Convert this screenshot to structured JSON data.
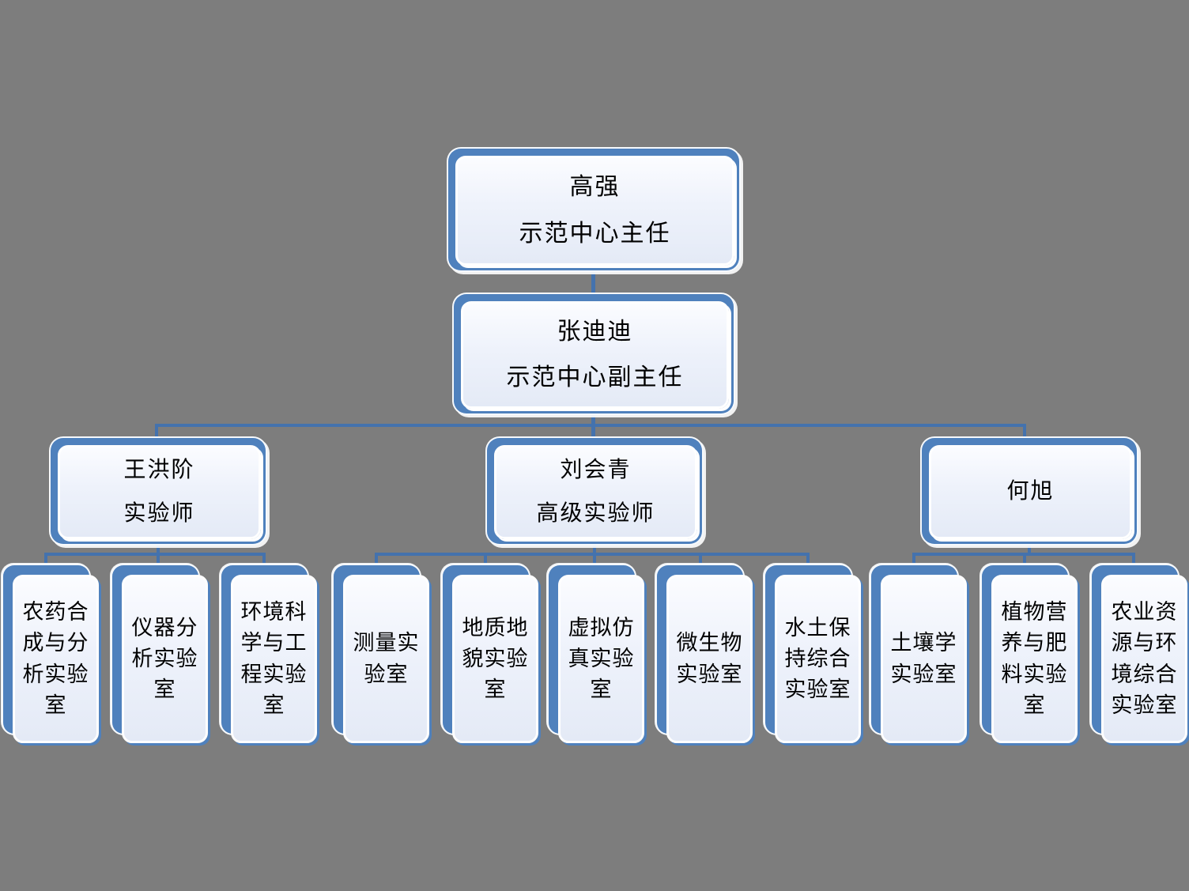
{
  "org_chart": {
    "director": {
      "name": "高强",
      "title": "示范中心主任"
    },
    "deputy_director": {
      "name": "张迪迪",
      "title": "示范中心副主任"
    },
    "managers": [
      {
        "name": "王洪阶",
        "title": "实验师"
      },
      {
        "name": "刘会青",
        "title": "高级实验师"
      },
      {
        "name": "何旭",
        "title": ""
      }
    ],
    "labs": {
      "group1": [
        "农药合成与分析实验室",
        "仪器分析实验室",
        "环境科学与工程实验室"
      ],
      "group2": [
        "测量实验室",
        "地质地貌实验室",
        "虚拟仿真实验室",
        "微生物实验室",
        "水土保持综合实验室"
      ],
      "group3": [
        "土壤学实验室",
        "植物营养与肥料实验室",
        "农业资源与环境综合实验室"
      ]
    },
    "colors": {
      "node_blue": "#4f81bd",
      "panel_fill": "#e9effa",
      "connector_blue": "#4472ad",
      "background": "#7d7d7d"
    }
  }
}
